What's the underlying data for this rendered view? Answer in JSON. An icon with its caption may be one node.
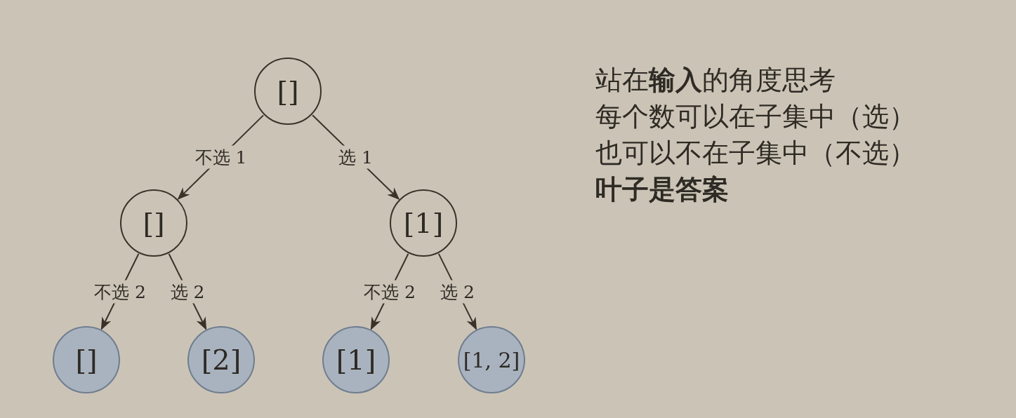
{
  "diagram": {
    "nodes": [
      {
        "text": [
          "[]"
        ]
      },
      {
        "text": [
          "[]"
        ]
      },
      {
        "text": [
          "[1]"
        ]
      },
      {
        "text": [
          "[]"
        ]
      },
      {
        "text": [
          "[2]"
        ]
      },
      {
        "text": [
          "[1]"
        ]
      },
      {
        "text": [
          "[1, 2]"
        ]
      }
    ],
    "edges": [
      {
        "from": 0,
        "to": 1,
        "arrow": "to",
        "label": "不选 1"
      },
      {
        "from": 0,
        "to": 2,
        "arrow": "to",
        "label": "选 1"
      },
      {
        "from": 1,
        "to": 3,
        "arrow": "to",
        "label": "不选 2"
      },
      {
        "from": 1,
        "to": 4,
        "arrow": "to",
        "label": "选 2"
      },
      {
        "from": 2,
        "to": 5,
        "arrow": "to",
        "label": "不选 2"
      },
      {
        "from": 2,
        "to": 6,
        "arrow": "to",
        "label": "选 2"
      }
    ],
    "labels": [
      "站在**输入**的角度思考",
      "每个数可以在子集中（选）",
      "也可以不在子集中（不选）",
      "叶子是答案"
    ]
  }
}
